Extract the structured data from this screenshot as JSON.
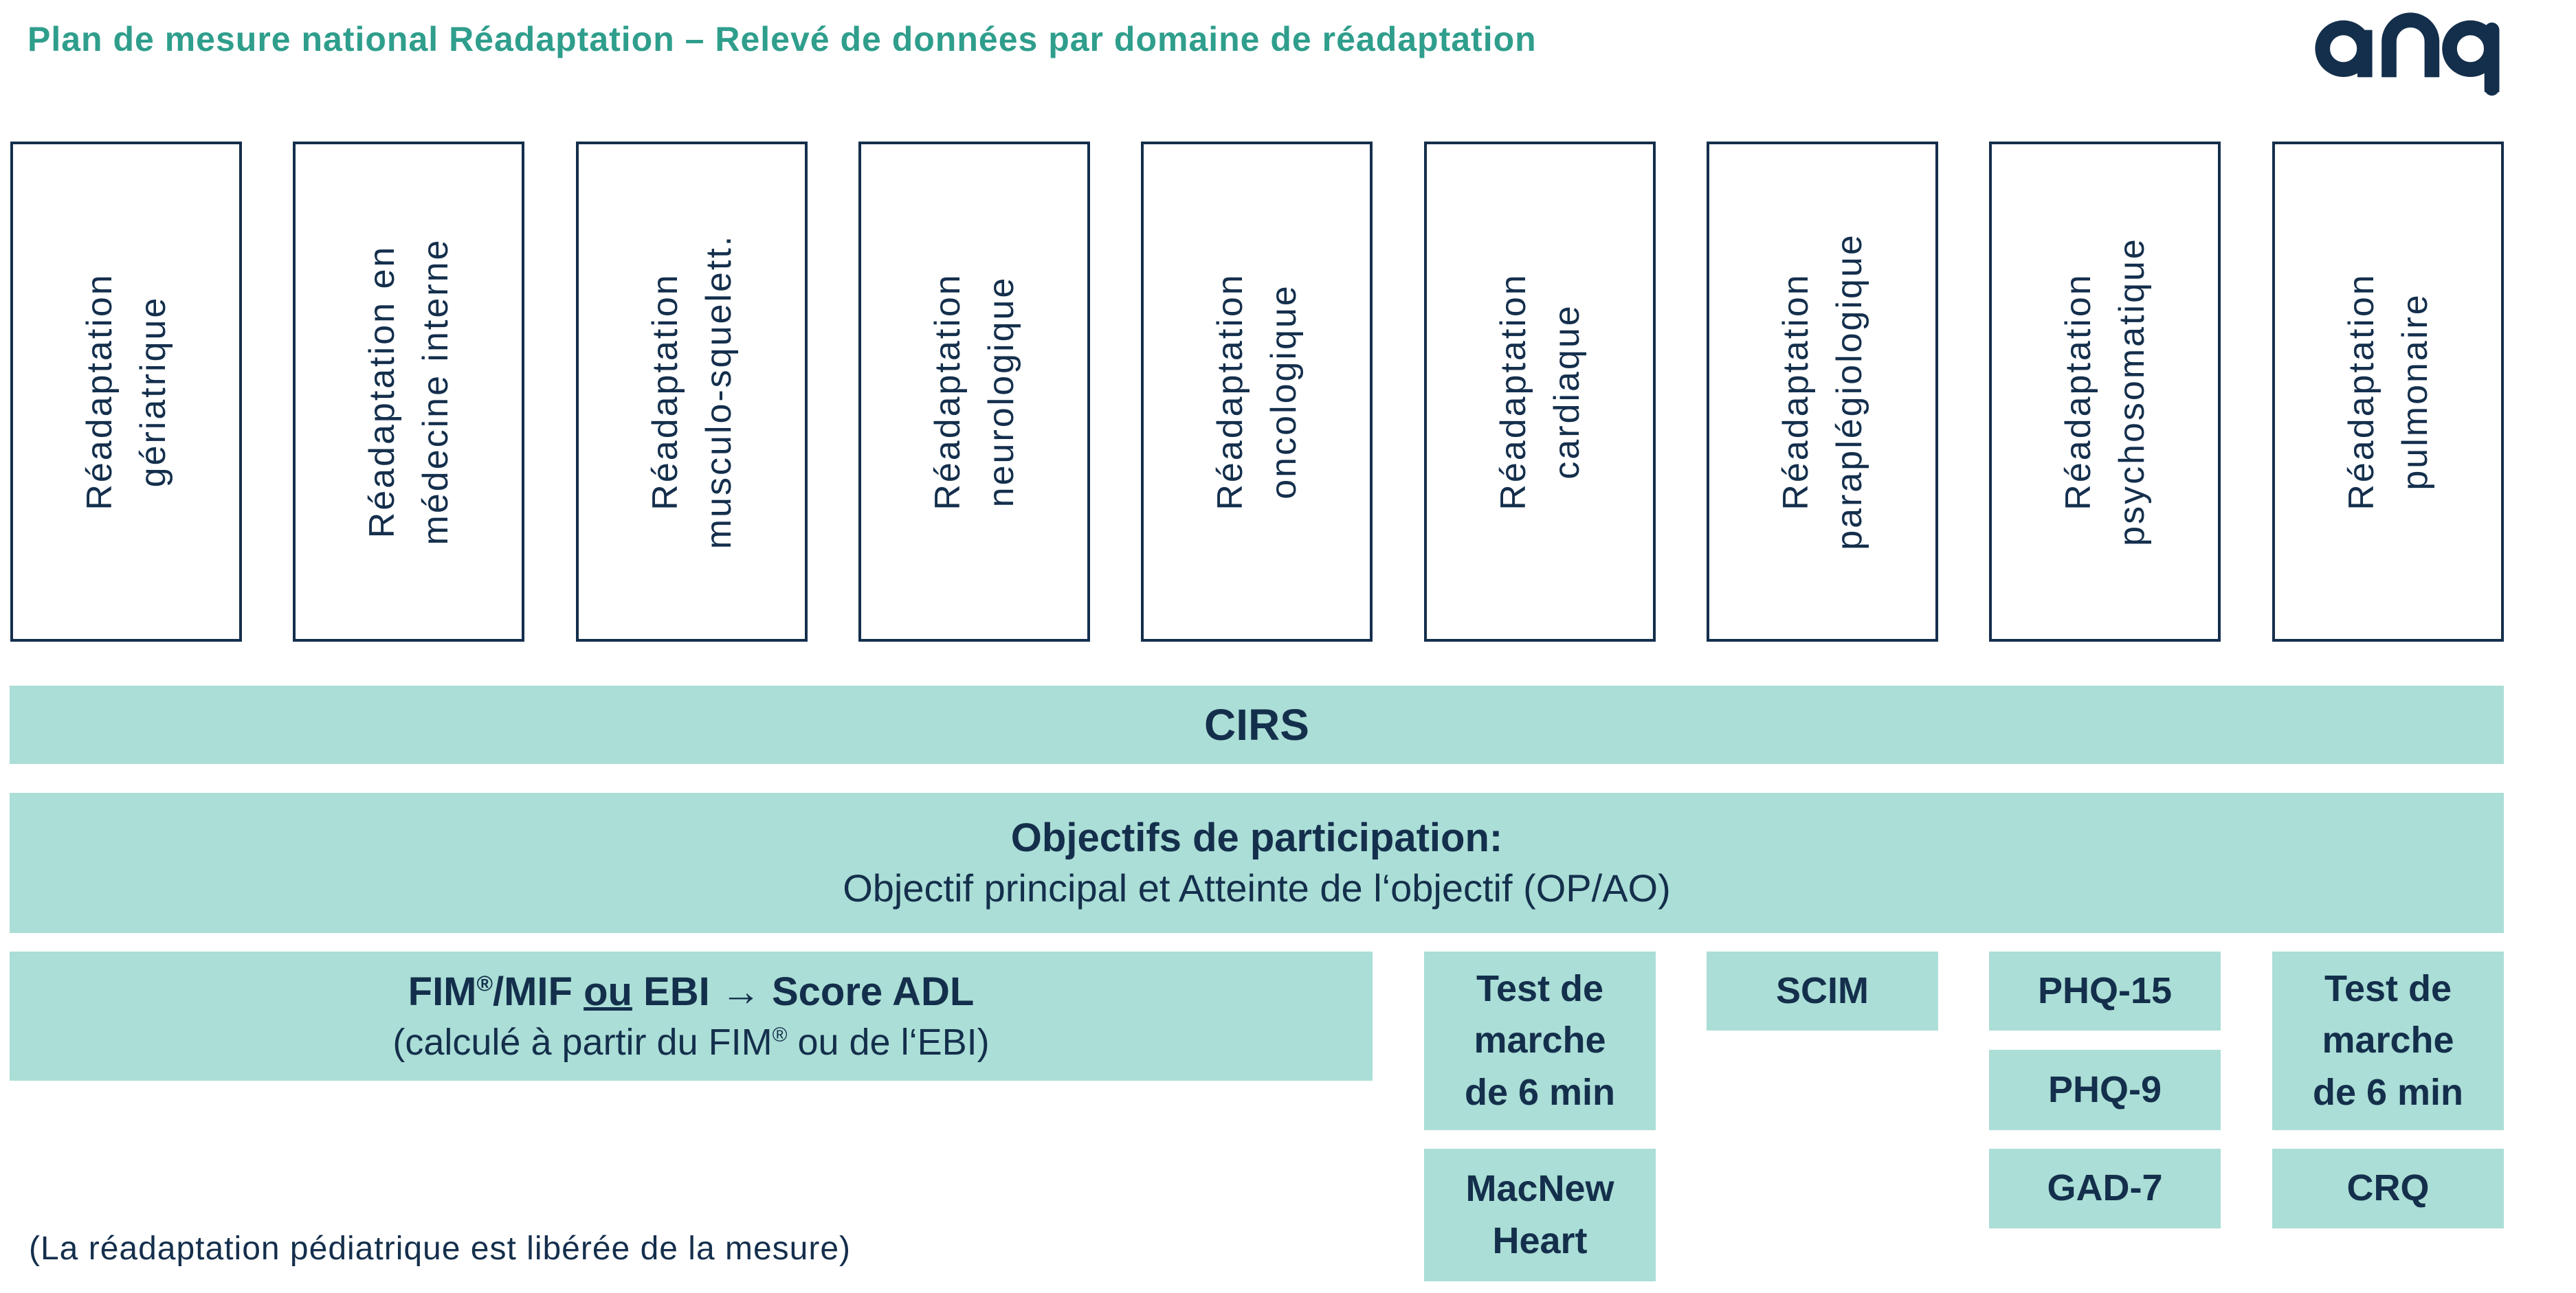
{
  "colors": {
    "accent_teal": "#2f9e8c",
    "band_teal": "#abded6",
    "navy": "#142f4c",
    "background": "#ffffff"
  },
  "header": {
    "title": "Plan de mesure national Réadaptation – Relevé de données par domaine de réadaptation",
    "logo": "anq"
  },
  "domains": [
    {
      "lines": [
        "Réadaptation",
        "gériatrique"
      ]
    },
    {
      "lines": [
        "Réadaptation en",
        "médecine interne"
      ]
    },
    {
      "lines": [
        "Réadaptation",
        "musculo-squelett."
      ]
    },
    {
      "lines": [
        "Réadaptation",
        "neurologique"
      ]
    },
    {
      "lines": [
        "Réadaptation",
        "oncologique"
      ]
    },
    {
      "lines": [
        "Réadaptation",
        "cardiaque"
      ]
    },
    {
      "lines": [
        "Réadaptation",
        "paraplégiologique"
      ]
    },
    {
      "lines": [
        "Réadaptation",
        "psychosomatique"
      ]
    },
    {
      "lines": [
        "Réadaptation",
        "pulmonaire"
      ]
    }
  ],
  "bands": {
    "cirs": "CIRS",
    "objectifs_line1": "Objectifs de participation:",
    "objectifs_line2": "Objectif principal et Atteinte de l‘objectif (OP/AO)"
  },
  "fim": {
    "l1_a": "FIM",
    "l1_sup": "®",
    "l1_b": "/MIF ",
    "l1_ou": "ou",
    "l1_c": " EBI → Score ADL",
    "l2_a": "(calculé à partir du FIM",
    "l2_sup": "®",
    "l2_b": " ou de l‘EBI)"
  },
  "instruments": {
    "test_marche_cardiaque": {
      "lines": [
        "Test de",
        "marche",
        "de 6 min"
      ]
    },
    "scim": "SCIM",
    "phq15": "PHQ-15",
    "phq9": "PHQ-9",
    "test_marche_pulmonaire": {
      "lines": [
        "Test de",
        "marche",
        "de 6 min"
      ]
    },
    "macnew": {
      "lines": [
        "MacNew",
        "Heart"
      ]
    },
    "gad7": "GAD-7",
    "crq": "CRQ"
  },
  "footnote": "(La réadaptation pédiatrique est libérée de la mesure)"
}
